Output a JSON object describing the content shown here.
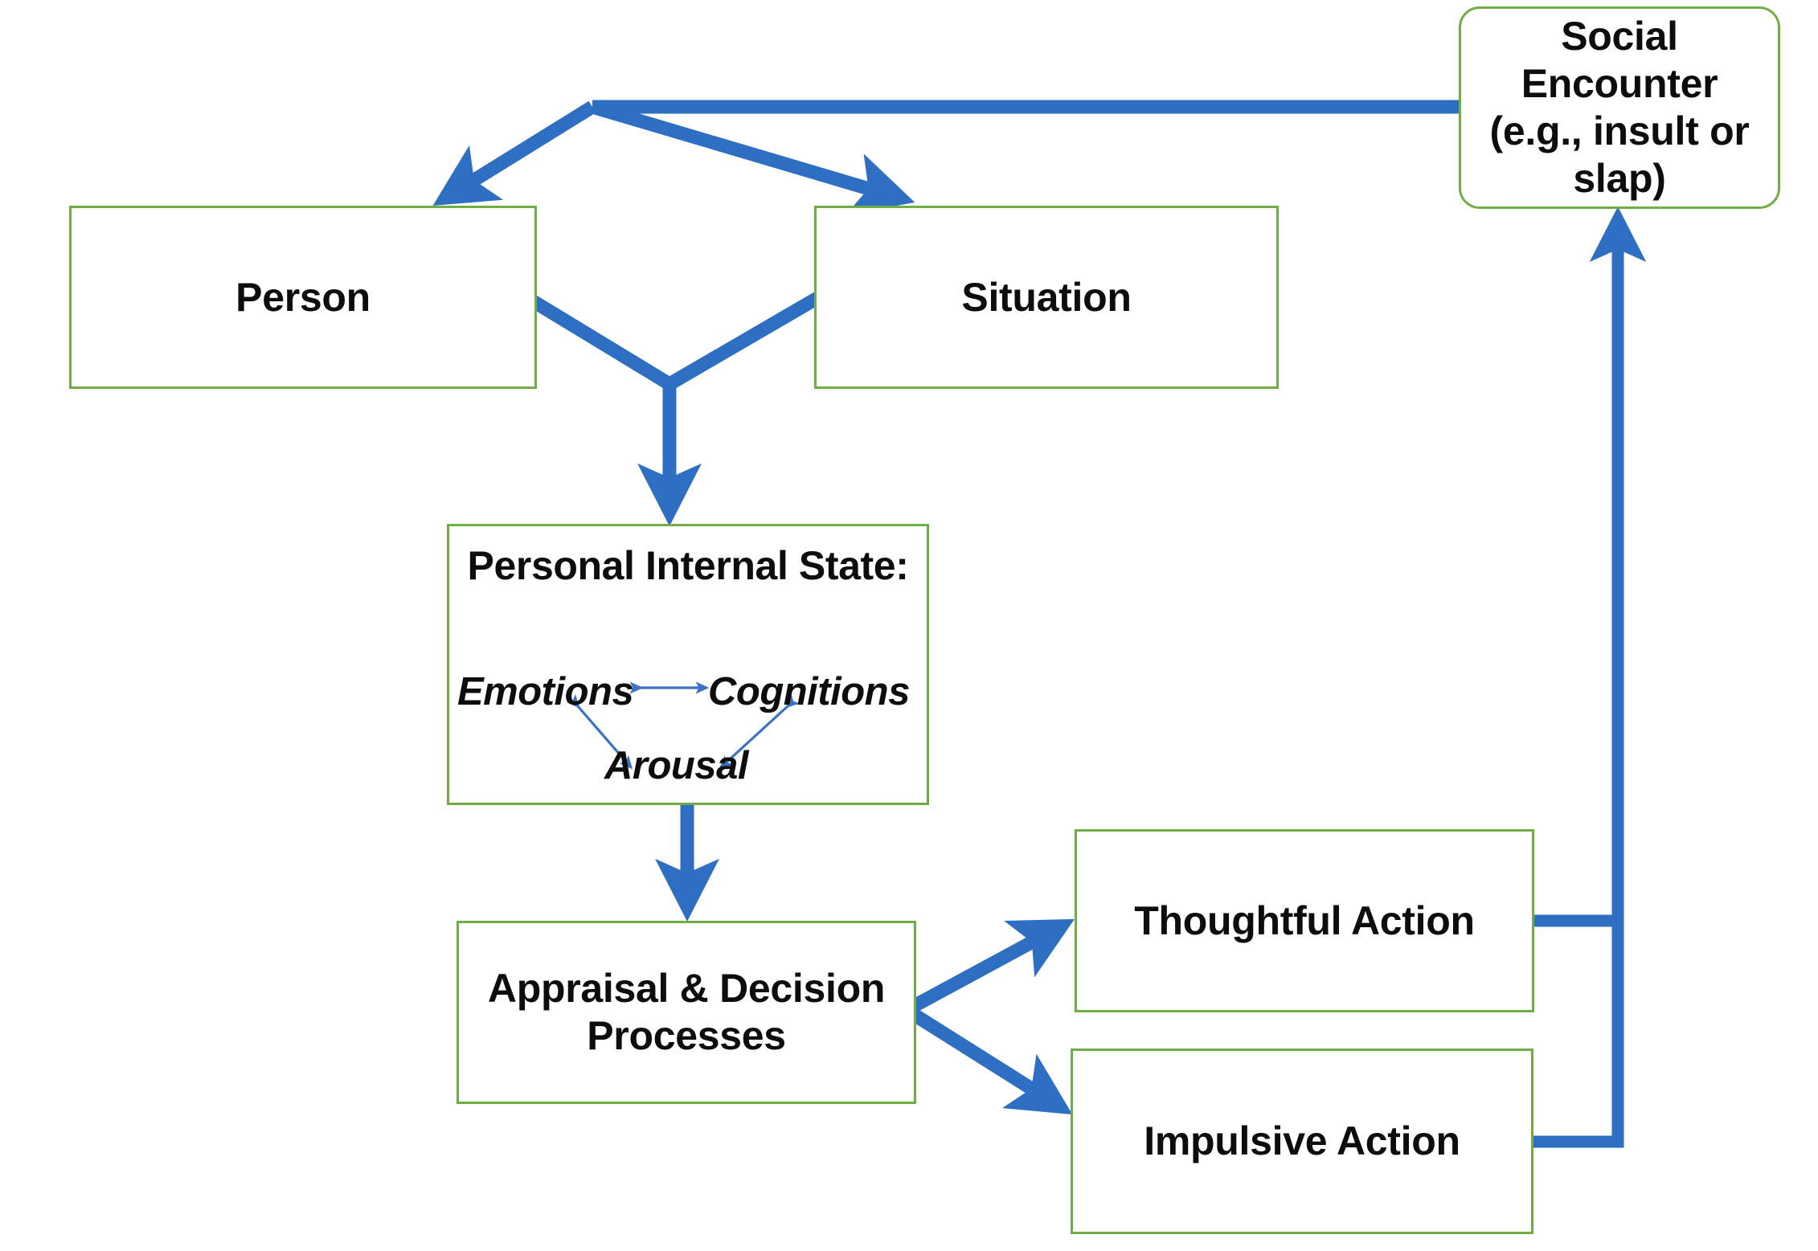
{
  "diagram": {
    "title": "General Aggression Model flow diagram",
    "colors": {
      "node_border": "#70AD47",
      "arrow": "#2E6FC4",
      "inner_arrow": "#3B73C4",
      "text": "#0D0D0D",
      "background": "#FFFFFF"
    },
    "nodes": {
      "social_encounter": {
        "label": "Social\nEncounter\n(e.g., insult or\nslap)",
        "shape": "rounded-rectangle"
      },
      "person": {
        "label": "Person",
        "shape": "rectangle"
      },
      "situation": {
        "label": "Situation",
        "shape": "rectangle"
      },
      "internal_state": {
        "title": "Personal Internal State:",
        "terms": {
          "emotions": "Emotions",
          "cognitions": "Cognitions",
          "arousal": "Arousal"
        },
        "shape": "rectangle"
      },
      "appraisal": {
        "label": "Appraisal & Decision\nProcesses",
        "shape": "rectangle"
      },
      "thoughtful_action": {
        "label": "Thoughtful Action",
        "shape": "rectangle"
      },
      "impulsive_action": {
        "label": "Impulsive Action",
        "shape": "rectangle"
      }
    },
    "edges": [
      {
        "name": "social-encounter-to-person",
        "from": "social_encounter",
        "to": "person",
        "style": "thick-arrow"
      },
      {
        "name": "social-encounter-to-situation",
        "from": "social_encounter",
        "to": "situation",
        "style": "thick-arrow"
      },
      {
        "name": "person-to-internal-state",
        "from": "person",
        "to": "internal_state",
        "style": "thick-arrow"
      },
      {
        "name": "situation-to-internal-state",
        "from": "situation",
        "to": "internal_state",
        "style": "thick-arrow"
      },
      {
        "name": "internal-state-to-appraisal",
        "from": "internal_state",
        "to": "appraisal",
        "style": "thick-arrow"
      },
      {
        "name": "appraisal-to-thoughtful-action",
        "from": "appraisal",
        "to": "thoughtful_action",
        "style": "thick-arrow"
      },
      {
        "name": "appraisal-to-impulsive-action",
        "from": "appraisal",
        "to": "impulsive_action",
        "style": "thick-arrow"
      },
      {
        "name": "thoughtful-action-to-social-encounter",
        "from": "thoughtful_action",
        "to": "social_encounter",
        "style": "elbow-arrow"
      },
      {
        "name": "impulsive-action-to-social-encounter",
        "from": "impulsive_action",
        "to": "social_encounter",
        "style": "elbow-arrow"
      },
      {
        "name": "emotions-cognitions",
        "from": "emotions",
        "to": "cognitions",
        "style": "thin-double-arrow"
      },
      {
        "name": "emotions-arousal",
        "from": "emotions",
        "to": "arousal",
        "style": "thin-double-arrow"
      },
      {
        "name": "cognitions-arousal",
        "from": "cognitions",
        "to": "arousal",
        "style": "thin-double-arrow"
      }
    ]
  }
}
